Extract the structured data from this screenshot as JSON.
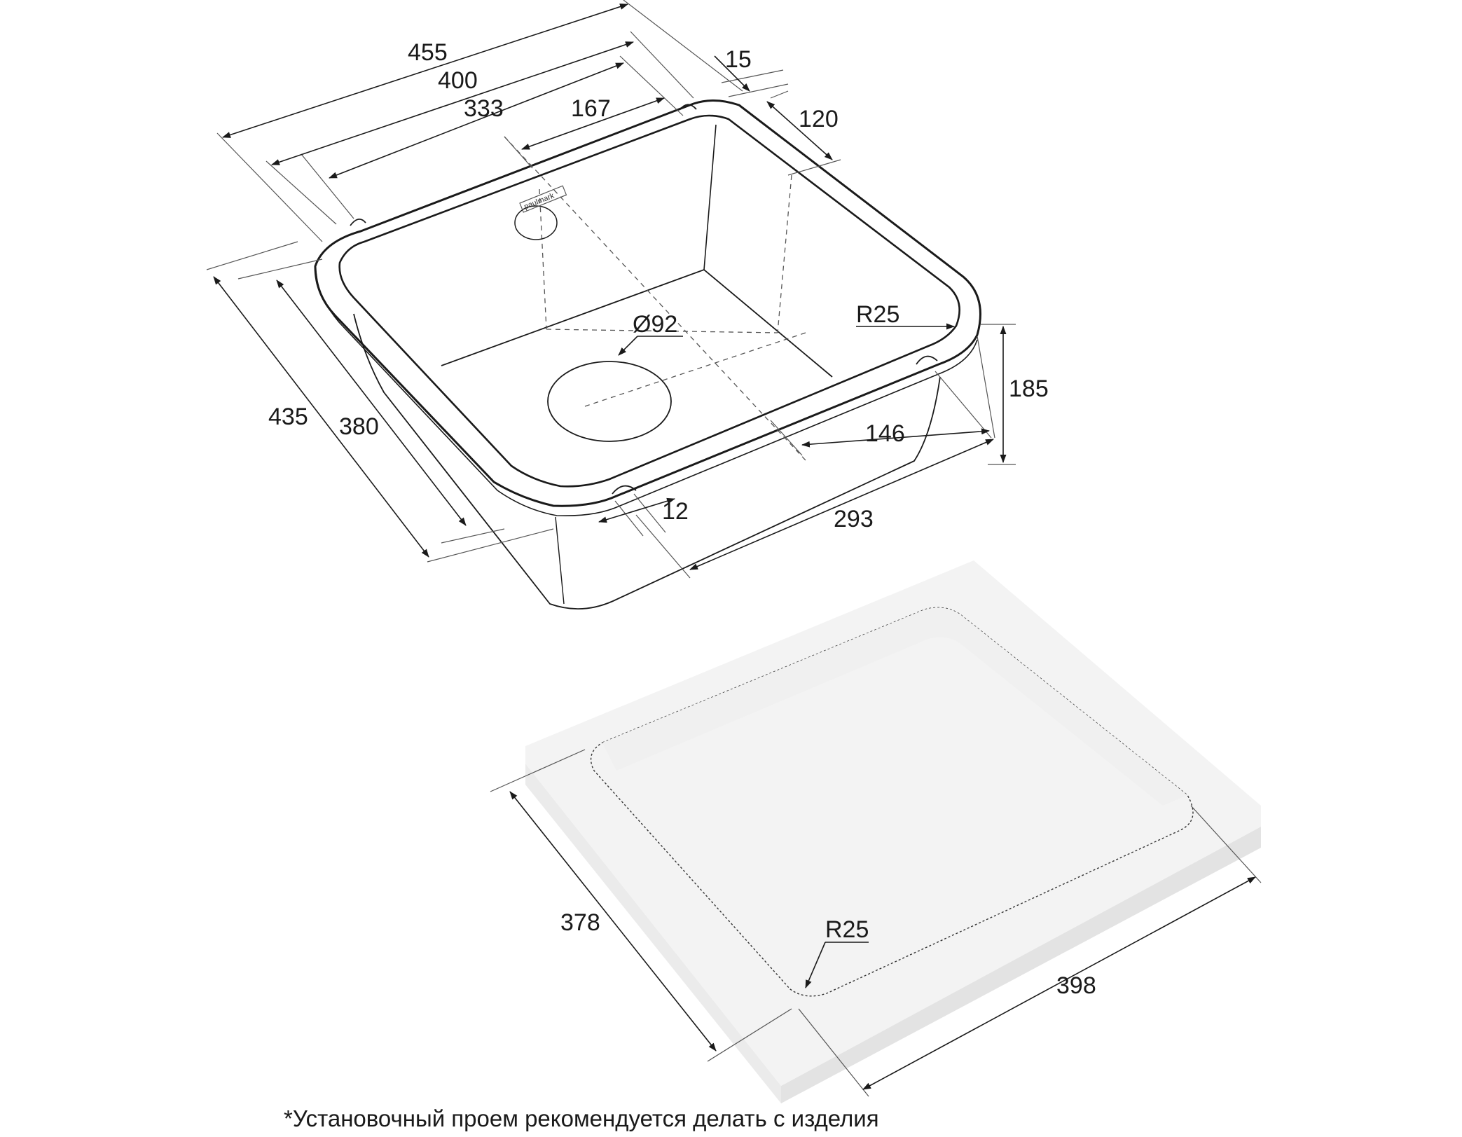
{
  "dimensions": {
    "sink_outer_length": "455",
    "sink_inner_length": "400",
    "length_333": "333",
    "length_167": "167",
    "flange_15": "15",
    "flange_120": "120",
    "sink_outer_width": "435",
    "sink_inner_width": "380",
    "drain_diameter": "Ø92",
    "corner_radius": "R25",
    "depth": "185",
    "length_146": "146",
    "notch_12": "12",
    "length_293": "293",
    "cutout_width": "378",
    "cutout_radius": "R25",
    "cutout_length": "398"
  },
  "brand_label": "paulmark",
  "note": "*Установочный проем рекомендуется делать с изделия",
  "colors": {
    "line": "#1a1a1a",
    "countertop_top": "#f2f2f2",
    "countertop_side": "#e6e6e6",
    "countertop_front": "#ebebeb"
  }
}
